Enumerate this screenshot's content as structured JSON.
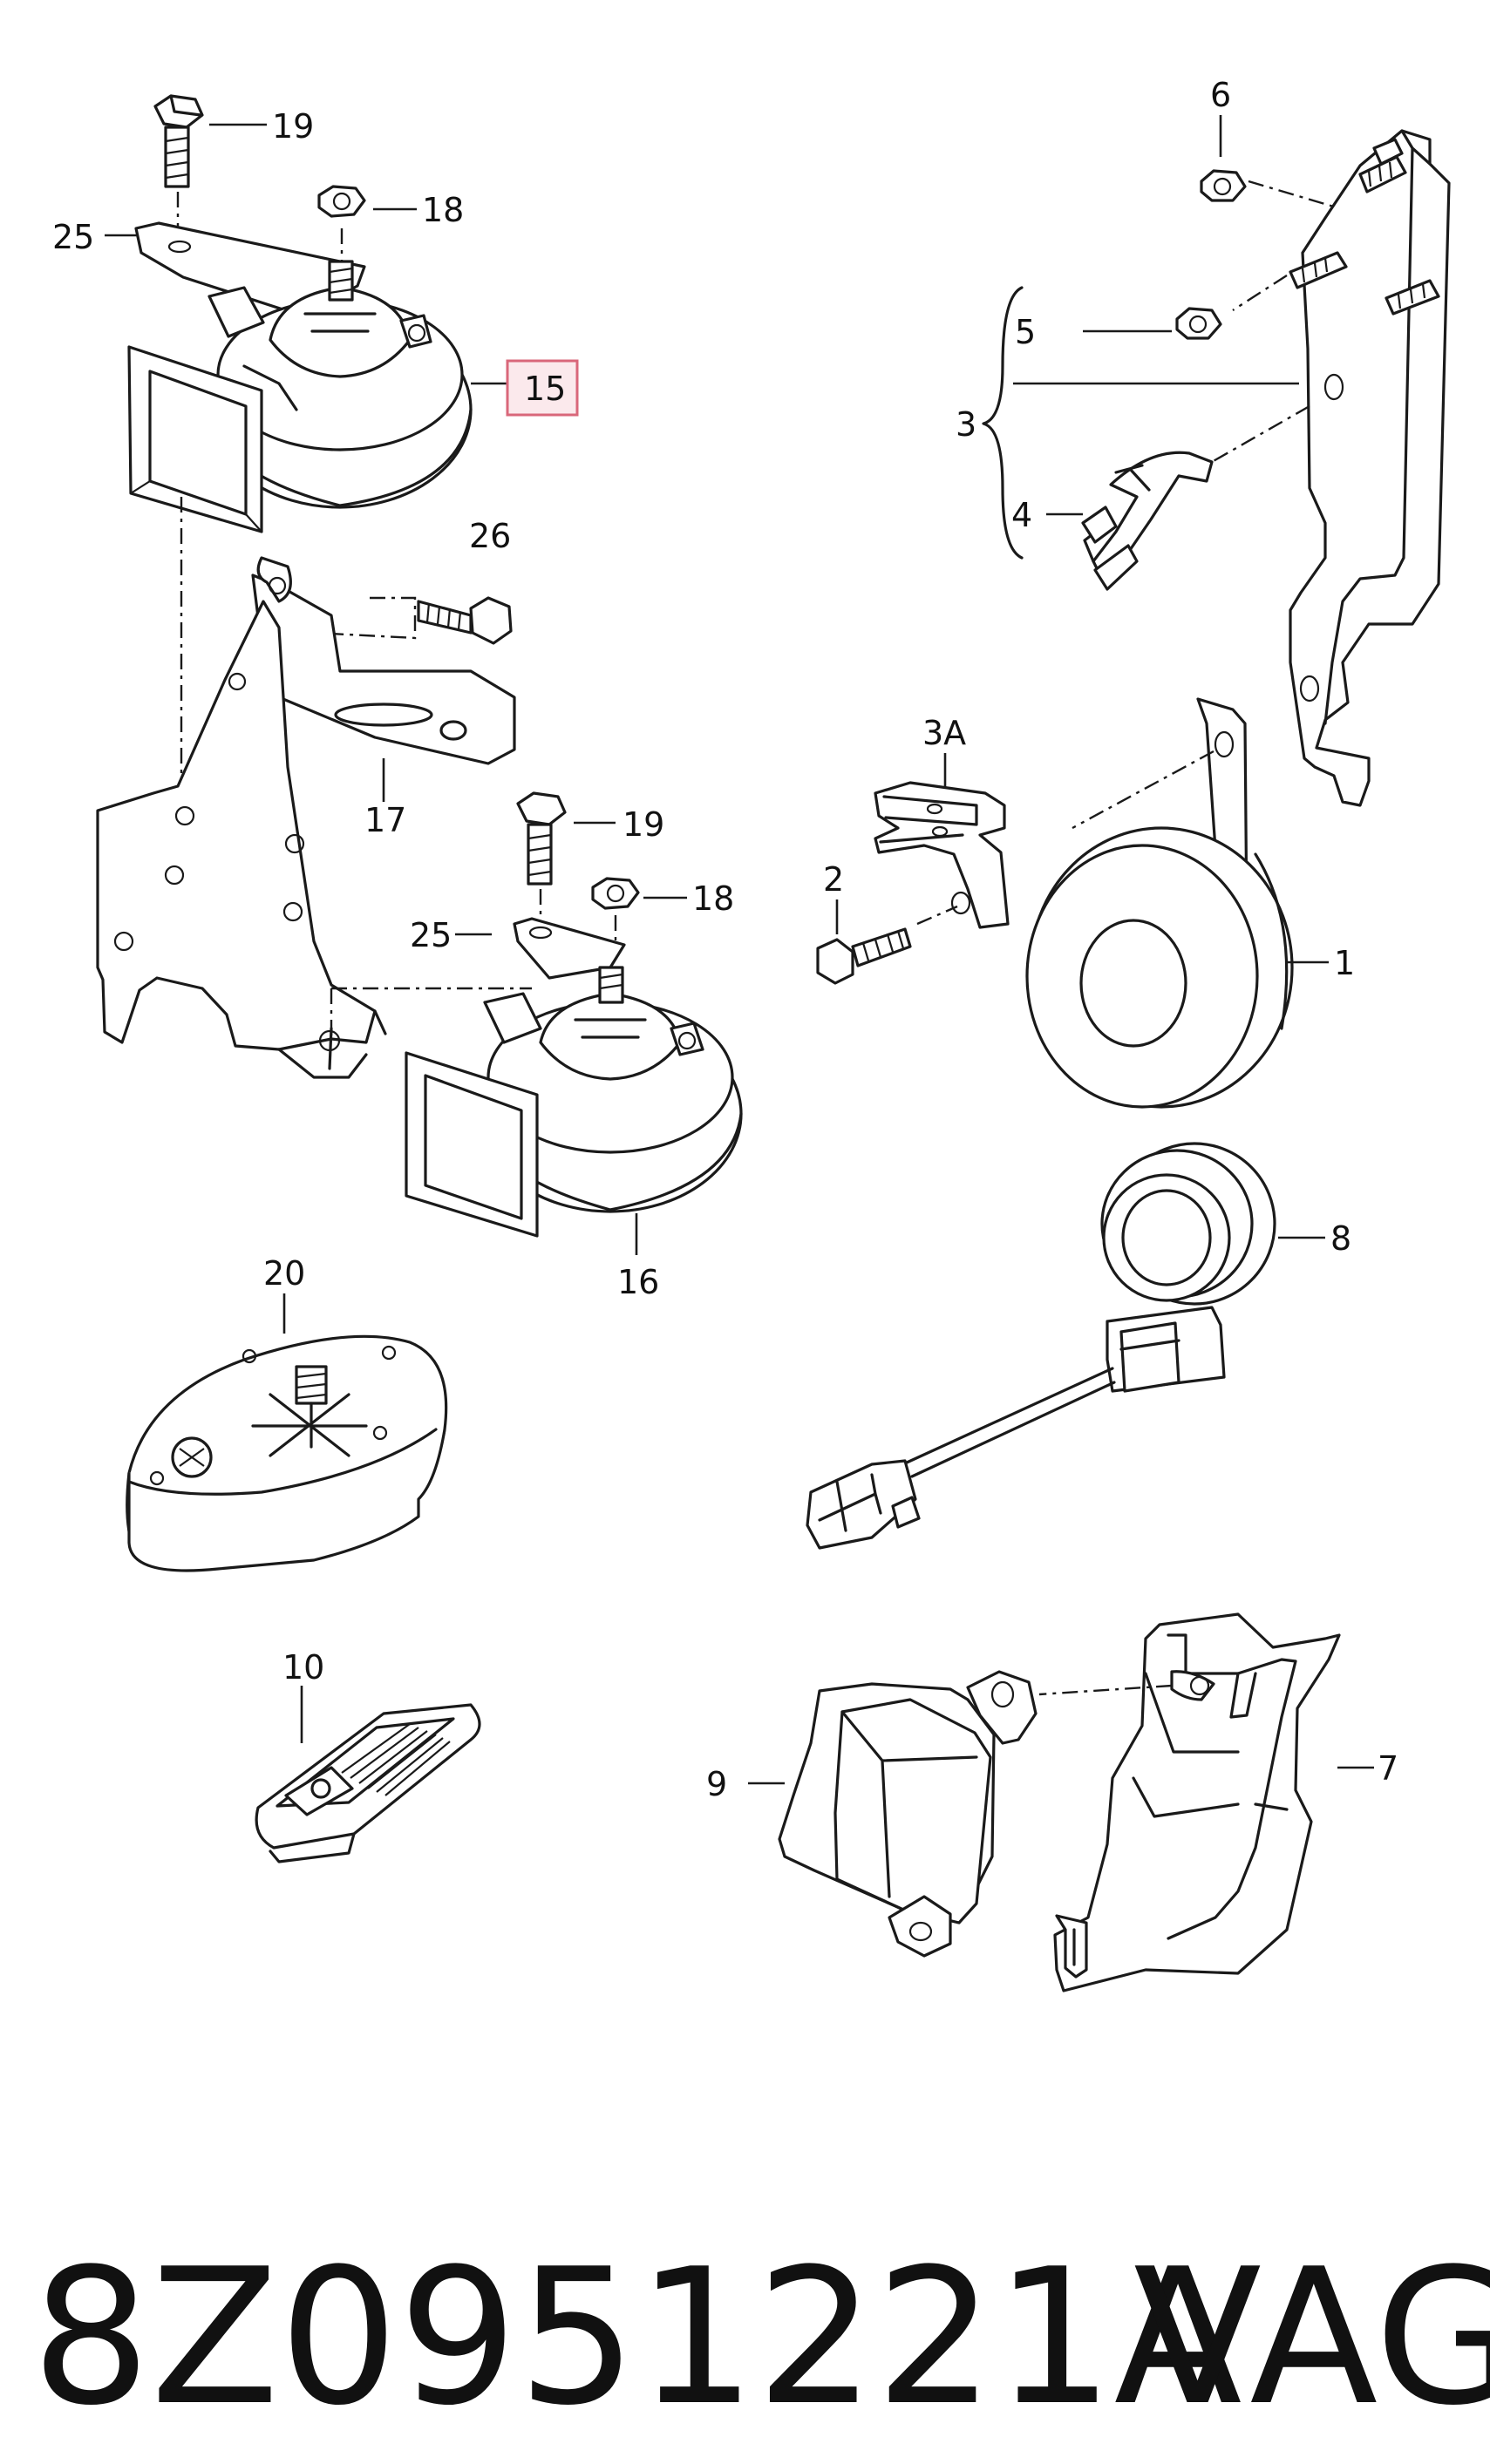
{
  "diagram": {
    "callouts": [
      {
        "id": "19a",
        "text": "19"
      },
      {
        "id": "18a",
        "text": "18"
      },
      {
        "id": "25a",
        "text": "25"
      },
      {
        "id": "15",
        "text": "15",
        "highlighted": true
      },
      {
        "id": "26",
        "text": "26"
      },
      {
        "id": "17",
        "text": "17"
      },
      {
        "id": "19b",
        "text": "19"
      },
      {
        "id": "18b",
        "text": "18"
      },
      {
        "id": "25b",
        "text": "25"
      },
      {
        "id": "16",
        "text": "16"
      },
      {
        "id": "20",
        "text": "20"
      },
      {
        "id": "10",
        "text": "10"
      },
      {
        "id": "6",
        "text": "6"
      },
      {
        "id": "5",
        "text": "5"
      },
      {
        "id": "3",
        "text": "3"
      },
      {
        "id": "4",
        "text": "4"
      },
      {
        "id": "3A",
        "text": "3A"
      },
      {
        "id": "2",
        "text": "2"
      },
      {
        "id": "1",
        "text": "1"
      },
      {
        "id": "8",
        "text": "8"
      },
      {
        "id": "9",
        "text": "9"
      },
      {
        "id": "7",
        "text": "7"
      }
    ],
    "highlight_color": "#d9677a"
  },
  "footer": {
    "part_number": "8Z0951221A",
    "brand": "VAG"
  }
}
